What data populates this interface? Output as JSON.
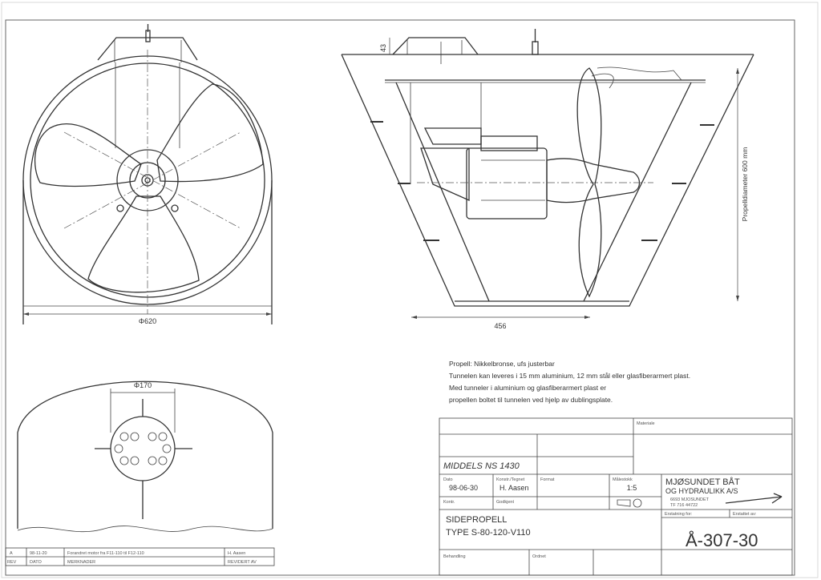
{
  "front_view": {
    "diameter_label": "Φ620"
  },
  "side_view": {
    "height_label": "43",
    "width_label": "456",
    "propeller_label": "Propelldiameter 600 mm"
  },
  "bottom_view": {
    "diameter_label": "Φ170"
  },
  "notes": [
    "Propell: Nikkelbronse, ufs justerbar",
    "Tunnelen kan leveres i 15 mm aluminium, 12 mm stål eller glasfiberarmert plast.",
    "Med tunneler i aluminium og glasfiberarmert plast er",
    "propellen boltet til tunnelen ved hjelp av dublingsplate."
  ],
  "title_block": {
    "material_label": "Materiale",
    "scale_main": "MIDDELS NS 1430",
    "date_label": "Dato",
    "date": "98-06-30",
    "drawn_label": "Konstr./Tegnet",
    "drawn_by": "H. Aasen",
    "checked_label": "Kontr.",
    "approved_label": "Godkjent",
    "format_label": "Format",
    "scale_label": "Målestokk",
    "scale": "1:5",
    "company_line1": "MJØSUNDET BÅT",
    "company_line2": "OG HYDRAULIKK A/S",
    "company_address": "6693 MJOSUNDET",
    "company_phone": "TF 716 44722",
    "replaces_label": "Erstatning for:",
    "replaced_by_label": "Erstattet av:",
    "title_line1": "SIDEPROPELL",
    "title_line2": "TYPE S-80-120-V110",
    "drawing_number": "Å-307-30",
    "handling_label": "Behandling",
    "order_label": "Ordnet"
  },
  "revision_table": {
    "row": {
      "rev": "A",
      "date": "98-11-20",
      "note": "Forandret motor fra F11-110 til F12-110",
      "by": "H. Aasen"
    },
    "header": {
      "rev": "REV",
      "date": "DATO",
      "note": "MERKNADER",
      "by": "REVIDERT AV"
    }
  }
}
